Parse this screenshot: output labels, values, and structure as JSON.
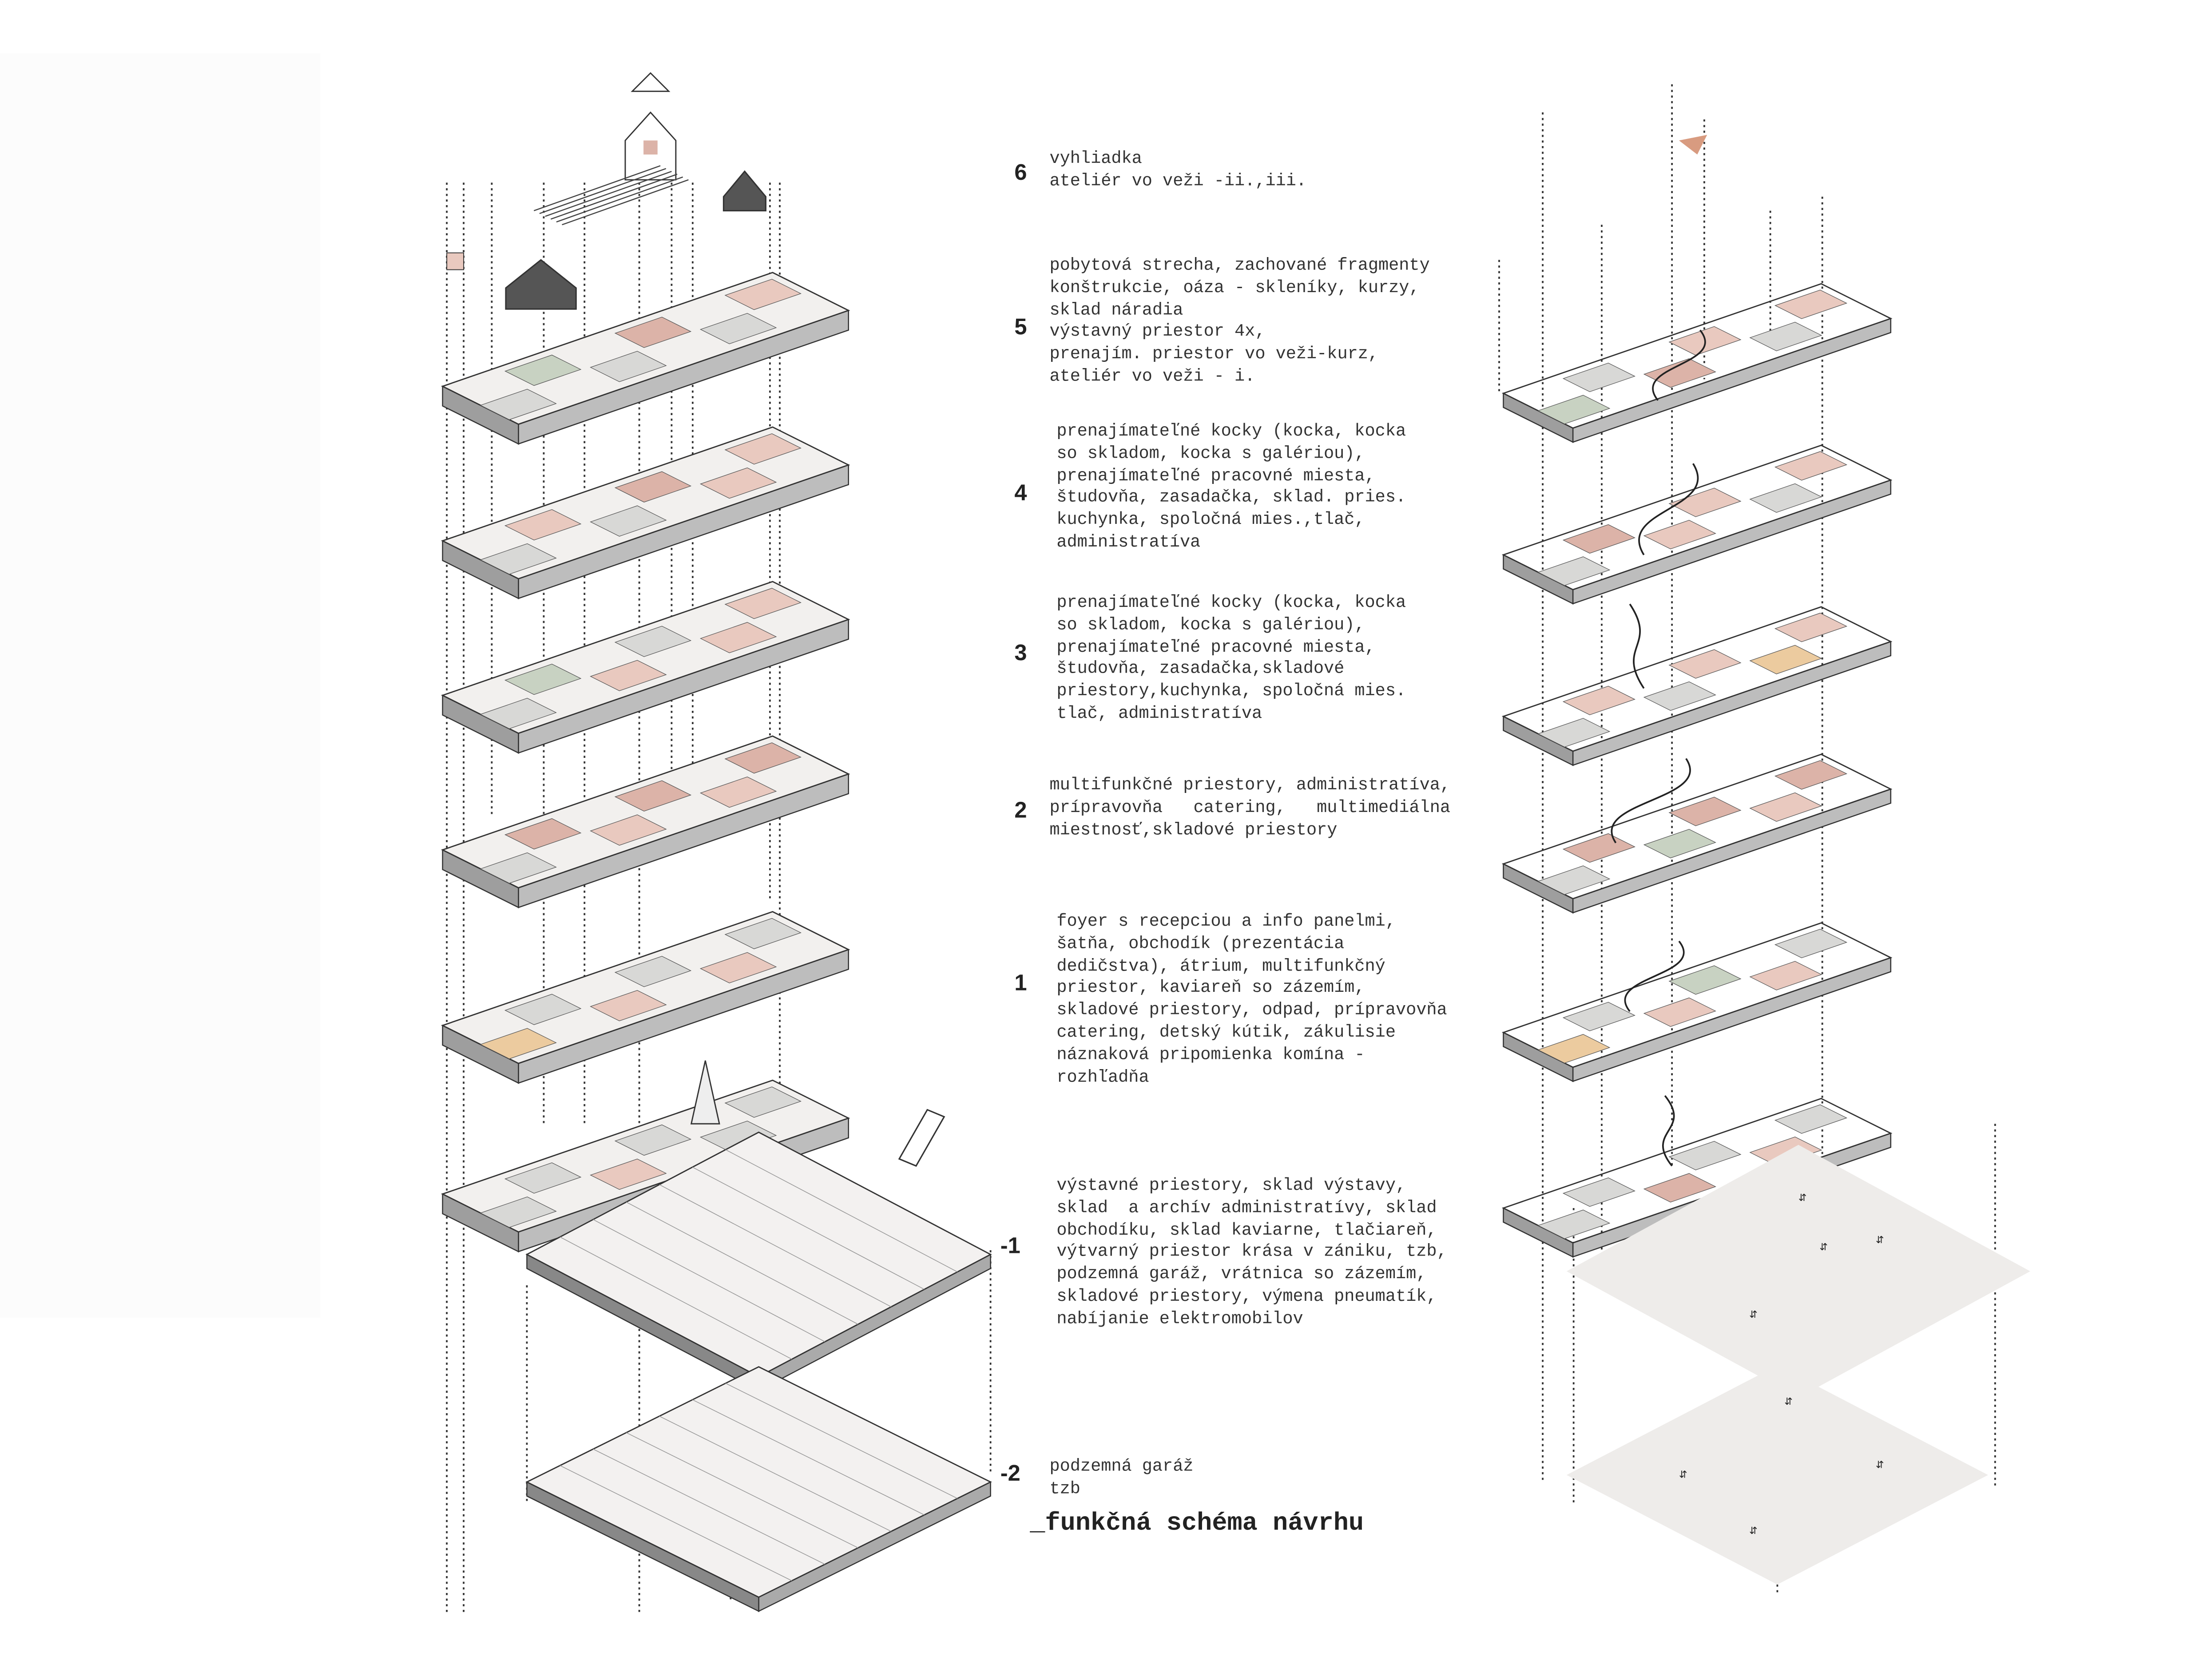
{
  "title": "_funkčná schéma návrhu",
  "colors": {
    "pink": "#e9c9bf",
    "rose": "#dcb3a8",
    "green": "#c8d2c2",
    "grey": "#d8d8d6",
    "orange": "#eccb9f",
    "line": "#333333"
  },
  "levels": [
    {
      "number": "6",
      "lines": [
        "vyhliadka",
        "ateliér vo veži -ii.,iii."
      ]
    },
    {
      "number": "5",
      "lines": [
        "pobytová strecha, zachované fragmenty",
        "konštrukcie, oáza - skleníky, kurzy,",
        "sklad náradia",
        "výstavný priestor 4x,",
        "prenajím. priestor vo veži-kurz,",
        "ateliér vo veži - i."
      ]
    },
    {
      "number": "4",
      "lines": [
        "prenajímateľné kocky (kocka, kocka",
        "so skladom, kocka s galériou),",
        "prenajímateľné pracovné miesta,",
        "študovňa, zasadačka, sklad. pries.",
        "kuchynka, spoločná mies.,tlač,",
        "administratíva"
      ]
    },
    {
      "number": "3",
      "lines": [
        "prenajímateľné kocky (kocka, kocka",
        "so skladom, kocka s galériou),",
        "prenajímateľné pracovné miesta,",
        "študovňa, zasadačka,skladové",
        "priestory,kuchynka, spoločná mies.",
        "tlač, administratíva"
      ]
    },
    {
      "number": "2",
      "lines": [
        "multifunkčné priestory, administratíva,",
        "prípravovňa   catering,   multimediálna",
        "miestnosť,skladové priestory"
      ]
    },
    {
      "number": "1",
      "lines": [
        "foyer s recepciou a info panelmi,",
        "šatňa, obchodík (prezentácia",
        "dedičstva), átrium, multifunkčný",
        "priestor, kaviareň so zázemím,",
        "skladové priestory, odpad, prípravovňa",
        "catering, detský kútik, zákulisie",
        "náznaková pripomienka komína -",
        "rozhľadňa"
      ]
    },
    {
      "number": "-1",
      "lines": [
        "výstavné priestory, sklad výstavy,",
        "sklad  a archív administratívy, sklad",
        "obchodíku, sklad kaviarne, tlačiareň,",
        "výtvarný priestor krása v zániku, tzb,",
        "podzemná garáž, vrátnica so zázemím,",
        "skladové priestory, výmena pneumatík,",
        "nabíjanie elektromobilov"
      ]
    },
    {
      "number": "-2",
      "lines": [
        "podzemná garáž",
        "tzb"
      ]
    }
  ]
}
